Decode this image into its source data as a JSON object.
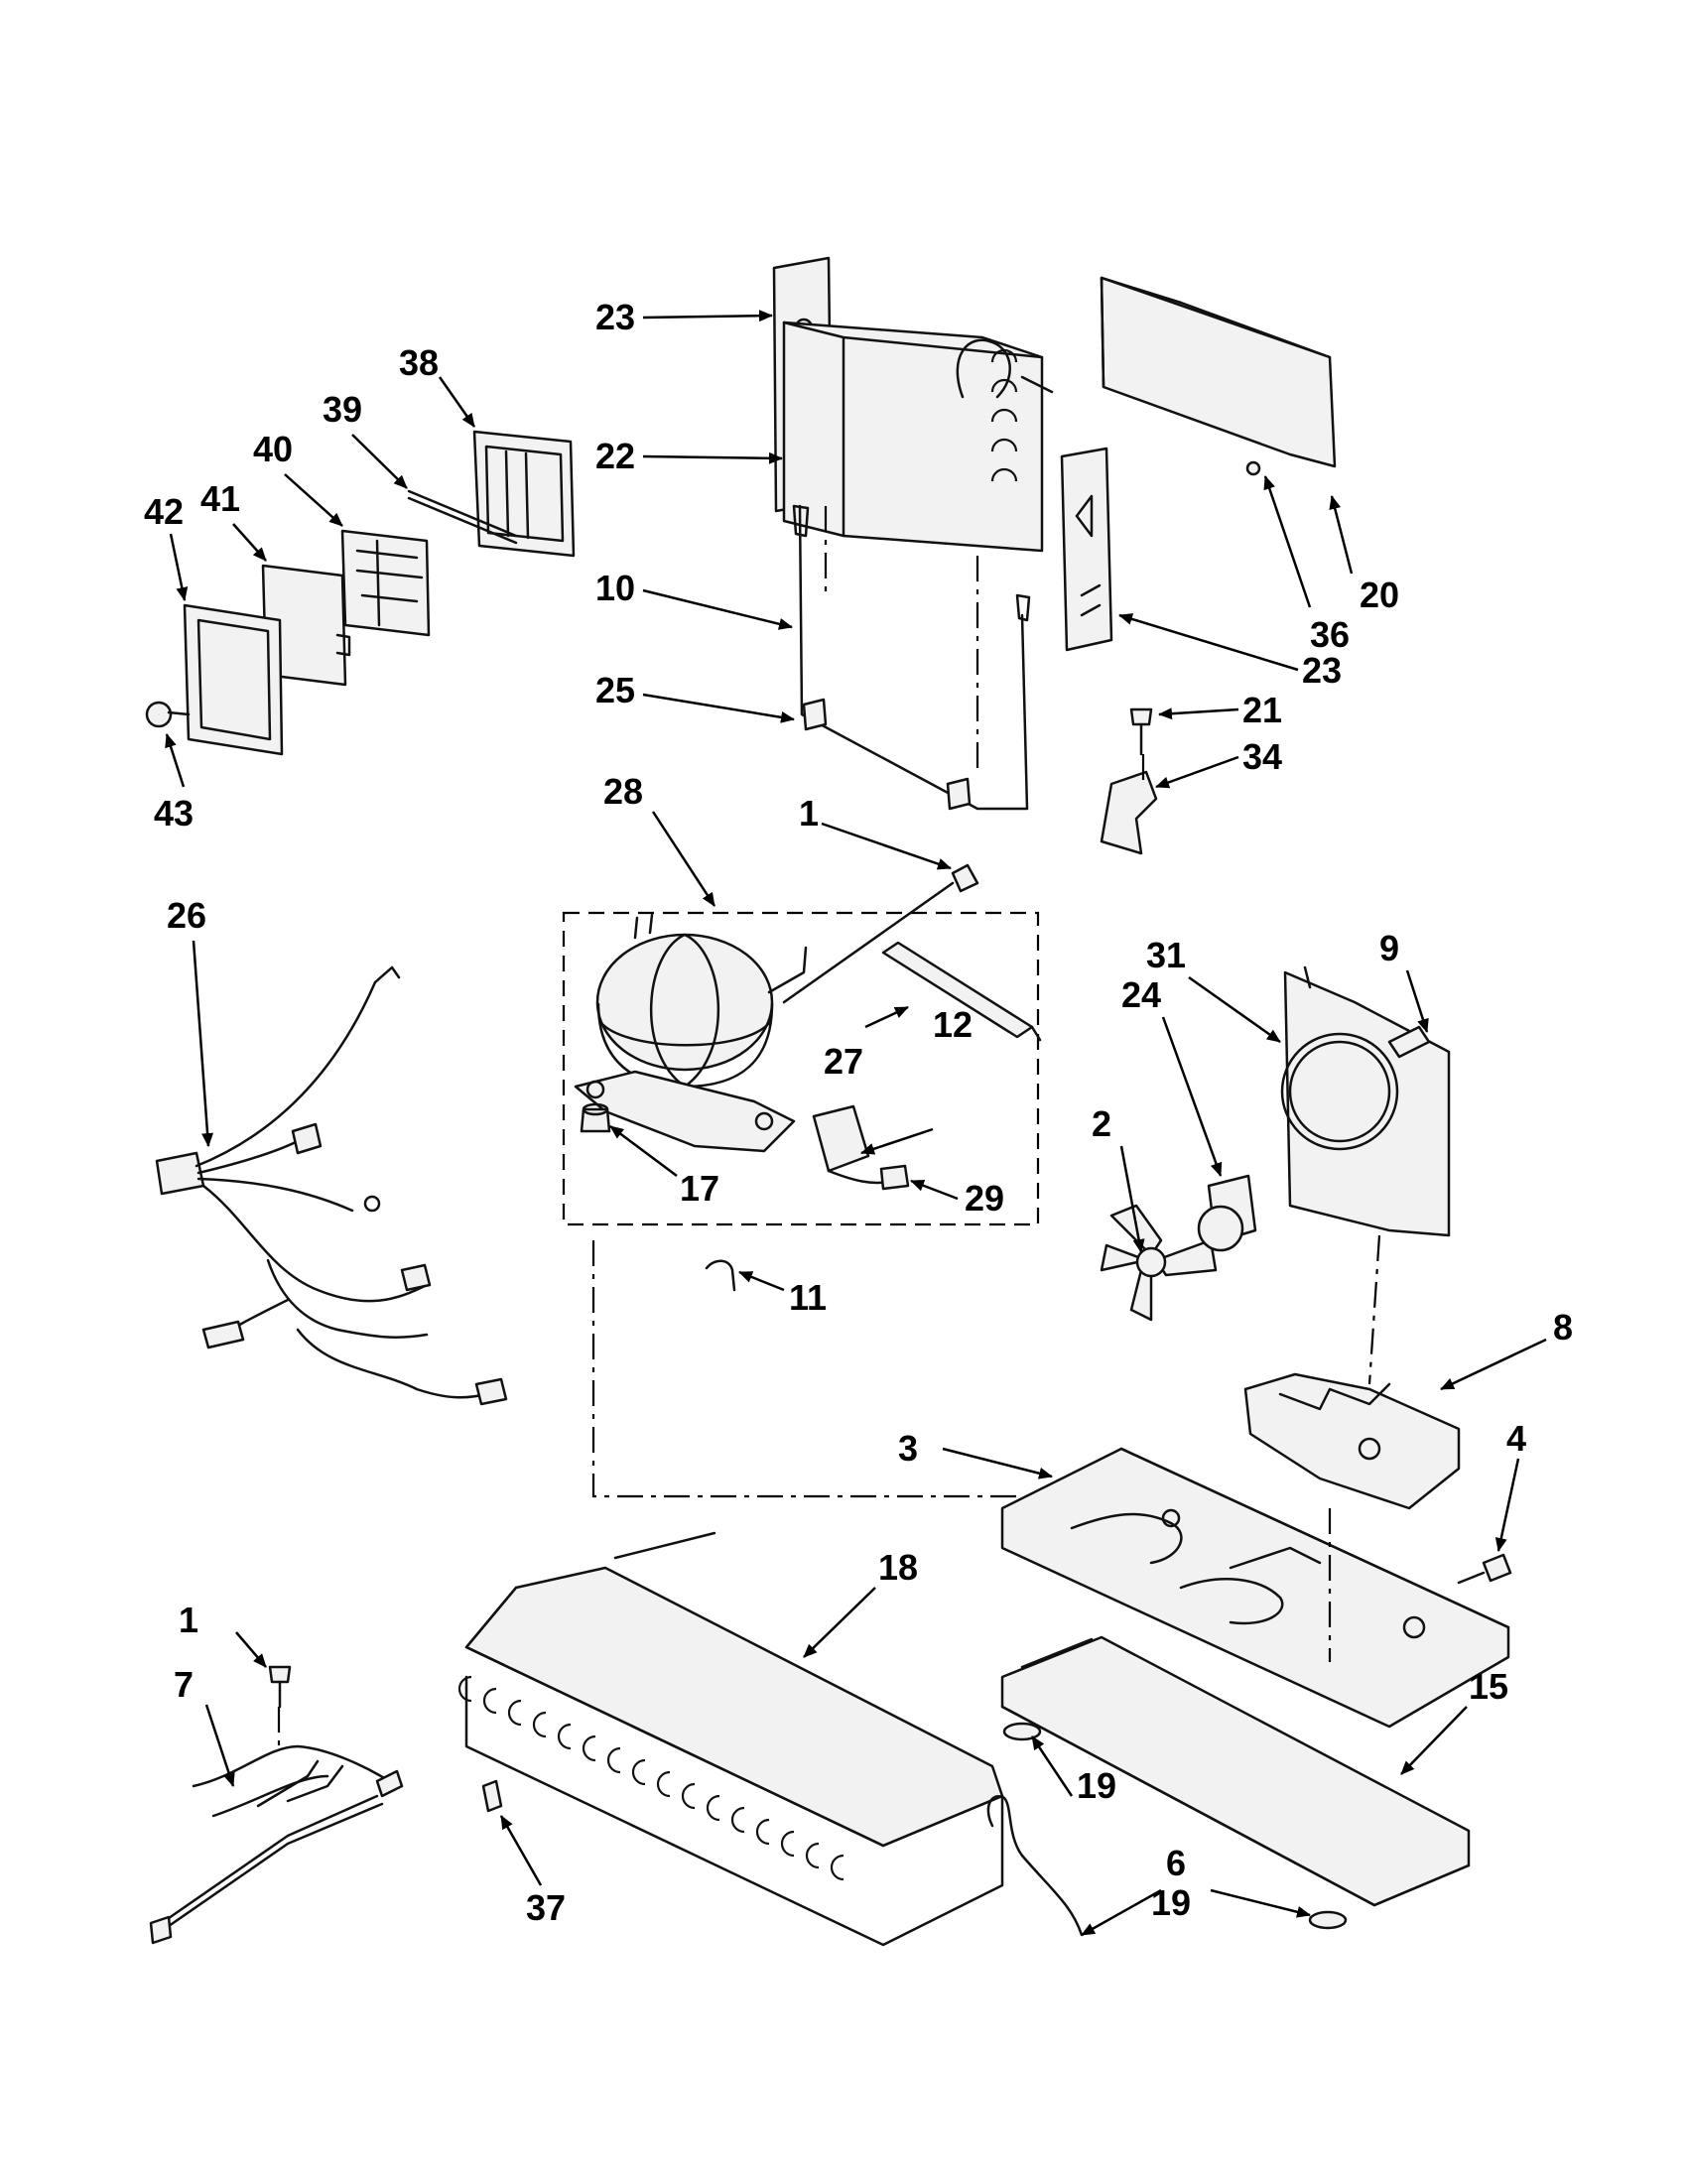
{
  "callouts": {
    "c1a": "1",
    "c1b": "1",
    "c2": "2",
    "c3": "3",
    "c4": "4",
    "c6": "6",
    "c7": "7",
    "c8": "8",
    "c9": "9",
    "c10": "10",
    "c11": "11",
    "c12": "12",
    "c15": "15",
    "c17": "17",
    "c18": "18",
    "c19a": "19",
    "c19b": "19",
    "c20": "20",
    "c21": "21",
    "c22": "22",
    "c23a": "23",
    "c23b": "23",
    "c24": "24",
    "c25": "25",
    "c26": "26",
    "c27": "27",
    "c28": "28",
    "c29": "29",
    "c31": "31",
    "c34": "34",
    "c36": "36",
    "c37": "37",
    "c38": "38",
    "c39": "39",
    "c40": "40",
    "c41": "41",
    "c42": "42",
    "c43": "43"
  }
}
